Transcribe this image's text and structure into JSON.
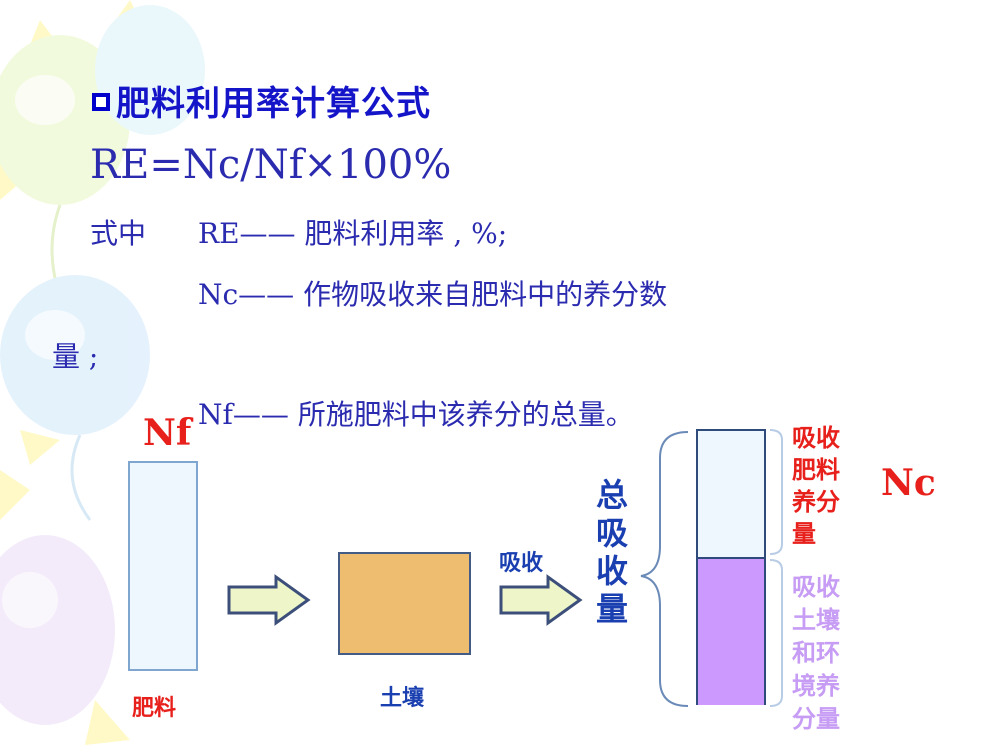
{
  "title": "肥料利用率计算公式",
  "formula": "RE=Nc/Nf×100%",
  "definitions": {
    "prefix": "式中",
    "re_line": "RE—— 肥料利用率 , %;",
    "nc_line": "Nc—— 作物吸收来自肥料中的养分数",
    "nc_cont": "量 ;",
    "nf_line": "Nf—— 所施肥料中该养分的总量。"
  },
  "diagram": {
    "nf_label": "Nf",
    "fertilizer_label": "肥料",
    "soil_label": "土壤",
    "absorb_label": "吸收",
    "total_absorb": [
      "总",
      "吸",
      "收",
      "量"
    ],
    "nc_label": "Nc",
    "fert_absorb_lines": [
      "吸收",
      "肥料",
      "养分",
      "量"
    ],
    "soil_absorb_lines": [
      "吸收",
      "土壤",
      "和环",
      "境养",
      "分量"
    ]
  },
  "colors": {
    "title": "#1414c8",
    "text": "#2b2bb0",
    "red": "#e8201c",
    "fertilizer_box": "#eef6fe",
    "soil_box": "#efbd70",
    "soil_part": "#cc99ff",
    "purple_text": "#c79cf4"
  }
}
